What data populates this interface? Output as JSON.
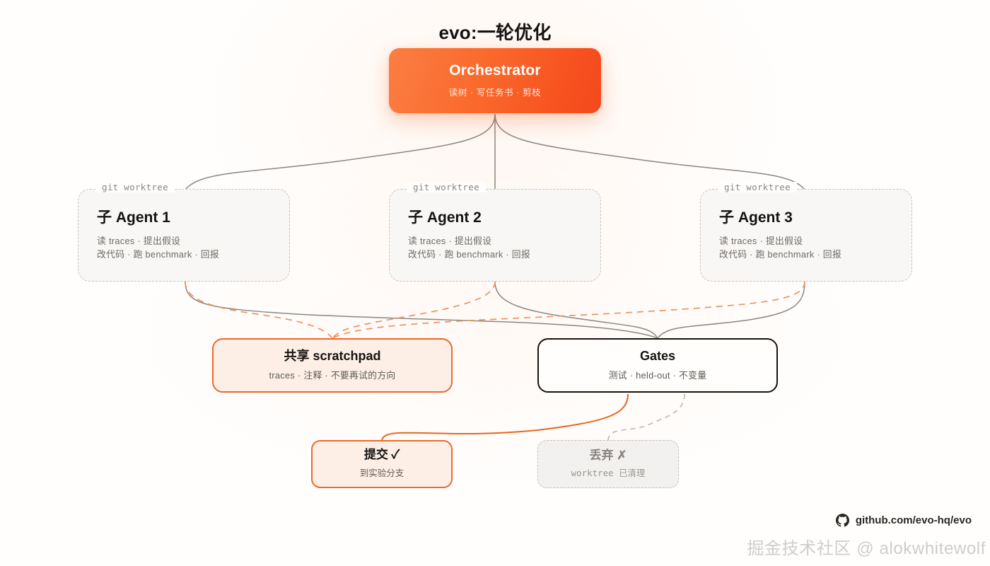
{
  "title": "evo:一轮优化",
  "orchestrator": {
    "name": "Orchestrator",
    "subtitle": "读树 · 写任务书 · 剪枝"
  },
  "worktree_tag": "git worktree",
  "agents": [
    {
      "tag": "git worktree",
      "name": "子 Agent 1",
      "line1": "读 traces · 提出假设",
      "line2": "改代码 · 跑 benchmark · 回报"
    },
    {
      "tag": "git worktree",
      "name": "子 Agent 2",
      "line1": "读 traces · 提出假设",
      "line2": "改代码 · 跑 benchmark · 回报"
    },
    {
      "tag": "git worktree",
      "name": "子 Agent 3",
      "line1": "读 traces · 提出假设",
      "line2": "改代码 · 跑 benchmark · 回报"
    }
  ],
  "scratchpad": {
    "name": "共享 scratchpad",
    "subtitle": "traces · 注释 · 不要再试的方向"
  },
  "gates": {
    "name": "Gates",
    "subtitle": "测试 · held-out · 不变量"
  },
  "outcomes": {
    "commit": {
      "name": "提交 ✓",
      "subtitle": "到实验分支"
    },
    "discard": {
      "name": "丢弃 ✗",
      "subtitle": "worktree 已清理"
    }
  },
  "footer": {
    "repo": "github.com/evo-hq/evo",
    "icon": "github-icon",
    "watermark": "掘金技术社区 @ alokwhitewolf"
  },
  "colors": {
    "accent_orange": "#ea6a2a",
    "orchestrator_gradient_start": "#fb7e42",
    "orchestrator_gradient_end": "#f4481c",
    "edge_gray": "#8a8782",
    "edge_dashed_orange": "#f09060",
    "gates_border": "#16130f",
    "background": "#fffefd"
  }
}
